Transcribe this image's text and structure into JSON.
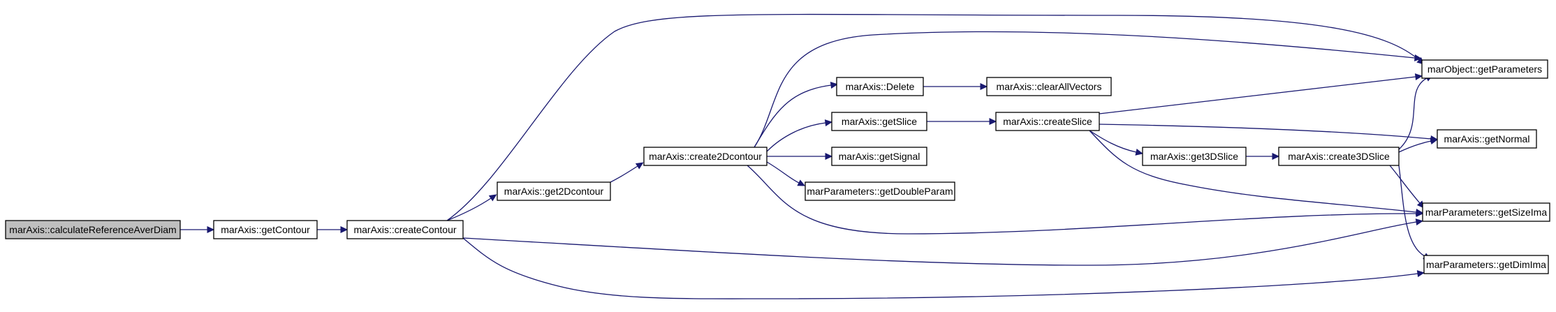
{
  "graph": {
    "colors": {
      "edge": "#191970",
      "root_fill": "#bfbfbf",
      "node_fill": "#ffffff",
      "border": "#000000"
    },
    "nodes": [
      {
        "id": "n0",
        "label": "marAxis::calculateReferenceAverDiam",
        "root": true
      },
      {
        "id": "n1",
        "label": "marAxis::getContour"
      },
      {
        "id": "n2",
        "label": "marAxis::createContour"
      },
      {
        "id": "n3",
        "label": "marAxis::get2Dcontour"
      },
      {
        "id": "n4",
        "label": "marAxis::create2Dcontour"
      },
      {
        "id": "n5",
        "label": "marAxis::Delete"
      },
      {
        "id": "n6",
        "label": "marAxis::clearAllVectors"
      },
      {
        "id": "n7",
        "label": "marAxis::getSlice"
      },
      {
        "id": "n8",
        "label": "marAxis::createSlice"
      },
      {
        "id": "n9",
        "label": "marAxis::getSignal"
      },
      {
        "id": "n10",
        "label": "marParameters::getDoubleParam"
      },
      {
        "id": "n11",
        "label": "marAxis::get3DSlice"
      },
      {
        "id": "n12",
        "label": "marAxis::create3DSlice"
      },
      {
        "id": "n13",
        "label": "marObject::getParameters"
      },
      {
        "id": "n14",
        "label": "marAxis::getNormal"
      },
      {
        "id": "n15",
        "label": "marParameters::getSizeIma"
      },
      {
        "id": "n16",
        "label": "marParameters::getDimIma"
      }
    ],
    "edges": [
      {
        "from": "n0",
        "to": "n1"
      },
      {
        "from": "n1",
        "to": "n2"
      },
      {
        "from": "n2",
        "to": "n3"
      },
      {
        "from": "n2",
        "to": "n13"
      },
      {
        "from": "n2",
        "to": "n15"
      },
      {
        "from": "n2",
        "to": "n16"
      },
      {
        "from": "n3",
        "to": "n4"
      },
      {
        "from": "n4",
        "to": "n5"
      },
      {
        "from": "n4",
        "to": "n7"
      },
      {
        "from": "n4",
        "to": "n9"
      },
      {
        "from": "n4",
        "to": "n10"
      },
      {
        "from": "n4",
        "to": "n13"
      },
      {
        "from": "n4",
        "to": "n15"
      },
      {
        "from": "n5",
        "to": "n6"
      },
      {
        "from": "n7",
        "to": "n8"
      },
      {
        "from": "n8",
        "to": "n11"
      },
      {
        "from": "n8",
        "to": "n13"
      },
      {
        "from": "n8",
        "to": "n14"
      },
      {
        "from": "n8",
        "to": "n15"
      },
      {
        "from": "n11",
        "to": "n12"
      },
      {
        "from": "n12",
        "to": "n13"
      },
      {
        "from": "n12",
        "to": "n14"
      },
      {
        "from": "n12",
        "to": "n15"
      },
      {
        "from": "n12",
        "to": "n16"
      }
    ]
  }
}
